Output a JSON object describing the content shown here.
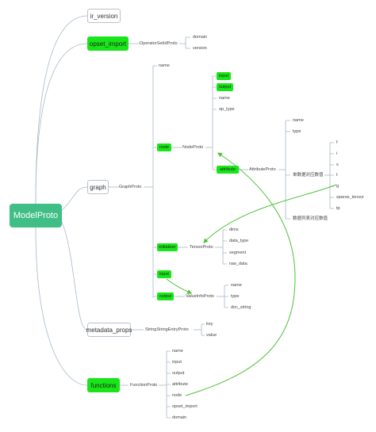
{
  "root": {
    "label": "ModelProto"
  },
  "level1": {
    "ir_version": "ir_version",
    "opset_import": "opset_import",
    "graph": "graph",
    "metadata_props": "metadata_props",
    "functions": "functions"
  },
  "opset": {
    "proto": "OperatorSetIdProto",
    "fields": [
      "domain",
      "version"
    ]
  },
  "graph": {
    "proto": "GraphProto",
    "name": "name",
    "node": "node",
    "initializer": "initializer",
    "input": "input",
    "output": "output"
  },
  "node": {
    "proto": "NodeProto",
    "input": "input",
    "output": "output",
    "name": "name",
    "op_type": "op_type",
    "attribute": "attribute"
  },
  "attribute": {
    "proto": "AttributeProto",
    "name": "name",
    "type": "type",
    "single_group": "单数据对应数值",
    "single_values": [
      "f",
      "i",
      "s",
      "t",
      "g",
      "sparse_tensor",
      "tp"
    ],
    "list_group": "数据列表对应数值"
  },
  "tensor": {
    "proto": "TensorProto",
    "fields": [
      "dims",
      "data_type",
      "segment",
      "raw_data"
    ]
  },
  "valueinfo": {
    "proto": "ValueInfoProto",
    "fields": [
      "name",
      "type",
      "doc_string"
    ]
  },
  "metadata": {
    "proto": "StringStringEntryProto",
    "fields": [
      "key",
      "value"
    ]
  },
  "function": {
    "proto": "FunctionProto",
    "fields": [
      "name",
      "input",
      "output",
      "attribute",
      "node",
      "opset_import",
      "domain"
    ]
  },
  "colors": {
    "root": "#3fbf85",
    "highlight": "#19e619",
    "connector": "#7aa7d6",
    "arrow": "#4fc23a"
  }
}
